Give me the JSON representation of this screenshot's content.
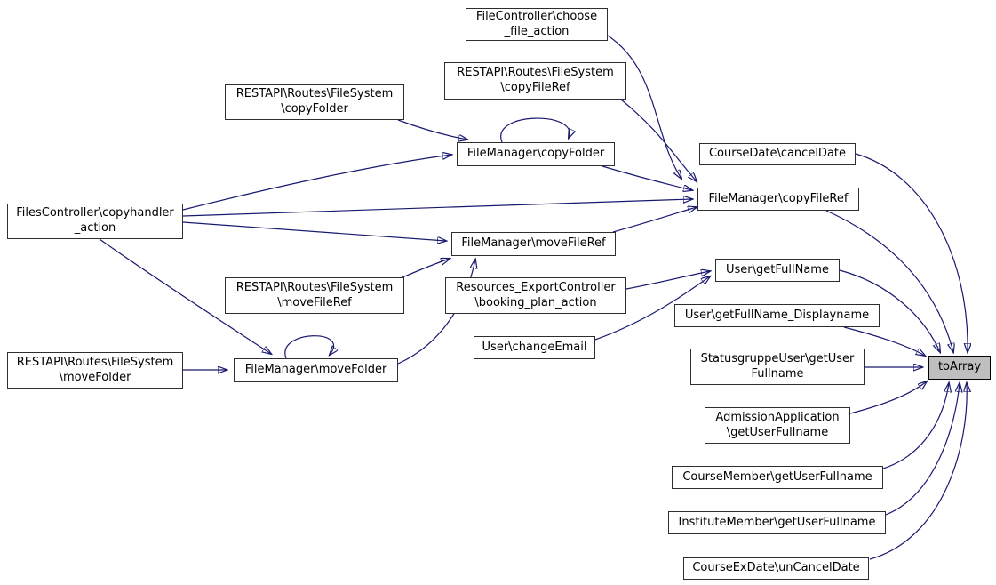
{
  "graph": {
    "type": "caller-graph",
    "focus_node": "toArray",
    "colors": {
      "edge": "#191970",
      "node_fill": "#ffffff",
      "node_border": "#2e2e2e",
      "focus_fill": "#bfbfbf",
      "focus_border": "#000000",
      "background": "#ffffff"
    }
  },
  "nodes": [
    {
      "id": "n_choose",
      "label": "FileController\\choose\n_file_action"
    },
    {
      "id": "n_rest_copyfileref",
      "label": "RESTAPI\\Routes\\FileSystem\n\\copyFileRef"
    },
    {
      "id": "n_rest_copyfolder",
      "label": "RESTAPI\\Routes\\FileSystem\n\\copyFolder"
    },
    {
      "id": "n_fm_copyfolder",
      "label": "FileManager\\copyFolder"
    },
    {
      "id": "n_canceldate",
      "label": "CourseDate\\cancelDate"
    },
    {
      "id": "n_fm_copyfileref",
      "label": "FileManager\\copyFileRef"
    },
    {
      "id": "n_copyhandler",
      "label": "FilesController\\copyhandler\n_action"
    },
    {
      "id": "n_fm_movefileref",
      "label": "FileManager\\moveFileRef"
    },
    {
      "id": "n_booking",
      "label": "Resources_ExportController\n\\booking_plan_action"
    },
    {
      "id": "n_getfullname",
      "label": "User\\getFullName"
    },
    {
      "id": "n_rest_movefileref",
      "label": "RESTAPI\\Routes\\FileSystem\n\\moveFileRef"
    },
    {
      "id": "n_displayname",
      "label": "User\\getFullName_Displayname"
    },
    {
      "id": "n_changeemail",
      "label": "User\\changeEmail"
    },
    {
      "id": "n_statusgruppe",
      "label": "StatusgruppeUser\\getUser\nFullname"
    },
    {
      "id": "n_toarray",
      "label": "toArray"
    },
    {
      "id": "n_rest_movefolder",
      "label": "RESTAPI\\Routes\\FileSystem\n\\moveFolder"
    },
    {
      "id": "n_fm_movefolder",
      "label": "FileManager\\moveFolder"
    },
    {
      "id": "n_admission",
      "label": "AdmissionApplication\n\\getUserFullname"
    },
    {
      "id": "n_coursemember",
      "label": "CourseMember\\getUserFullname"
    },
    {
      "id": "n_institutemember",
      "label": "InstituteMember\\getUserFullname"
    },
    {
      "id": "n_courseexdate",
      "label": "CourseExDate\\unCancelDate"
    }
  ],
  "edges": [
    {
      "from": "n_choose",
      "to": "n_fm_copyfileref"
    },
    {
      "from": "n_rest_copyfileref",
      "to": "n_fm_copyfileref"
    },
    {
      "from": "n_rest_copyfolder",
      "to": "n_fm_copyfolder"
    },
    {
      "from": "n_copyhandler",
      "to": "n_fm_copyfolder"
    },
    {
      "from": "n_fm_copyfolder",
      "to": "n_fm_copyfolder"
    },
    {
      "from": "n_fm_copyfolder",
      "to": "n_fm_copyfileref"
    },
    {
      "from": "n_copyhandler",
      "to": "n_fm_copyfileref"
    },
    {
      "from": "n_fm_movefileref",
      "to": "n_fm_copyfileref"
    },
    {
      "from": "n_copyhandler",
      "to": "n_fm_movefileref"
    },
    {
      "from": "n_rest_movefileref",
      "to": "n_fm_movefileref"
    },
    {
      "from": "n_fm_movefolder",
      "to": "n_fm_movefileref"
    },
    {
      "from": "n_rest_movefolder",
      "to": "n_fm_movefolder"
    },
    {
      "from": "n_copyhandler",
      "to": "n_fm_movefolder"
    },
    {
      "from": "n_fm_movefolder",
      "to": "n_fm_movefolder"
    },
    {
      "from": "n_booking",
      "to": "n_getfullname"
    },
    {
      "from": "n_changeemail",
      "to": "n_getfullname"
    },
    {
      "from": "n_canceldate",
      "to": "n_toarray"
    },
    {
      "from": "n_fm_copyfileref",
      "to": "n_toarray"
    },
    {
      "from": "n_getfullname",
      "to": "n_toarray"
    },
    {
      "from": "n_displayname",
      "to": "n_toarray"
    },
    {
      "from": "n_statusgruppe",
      "to": "n_toarray"
    },
    {
      "from": "n_admission",
      "to": "n_toarray"
    },
    {
      "from": "n_coursemember",
      "to": "n_toarray"
    },
    {
      "from": "n_institutemember",
      "to": "n_toarray"
    },
    {
      "from": "n_courseexdate",
      "to": "n_toarray"
    }
  ]
}
